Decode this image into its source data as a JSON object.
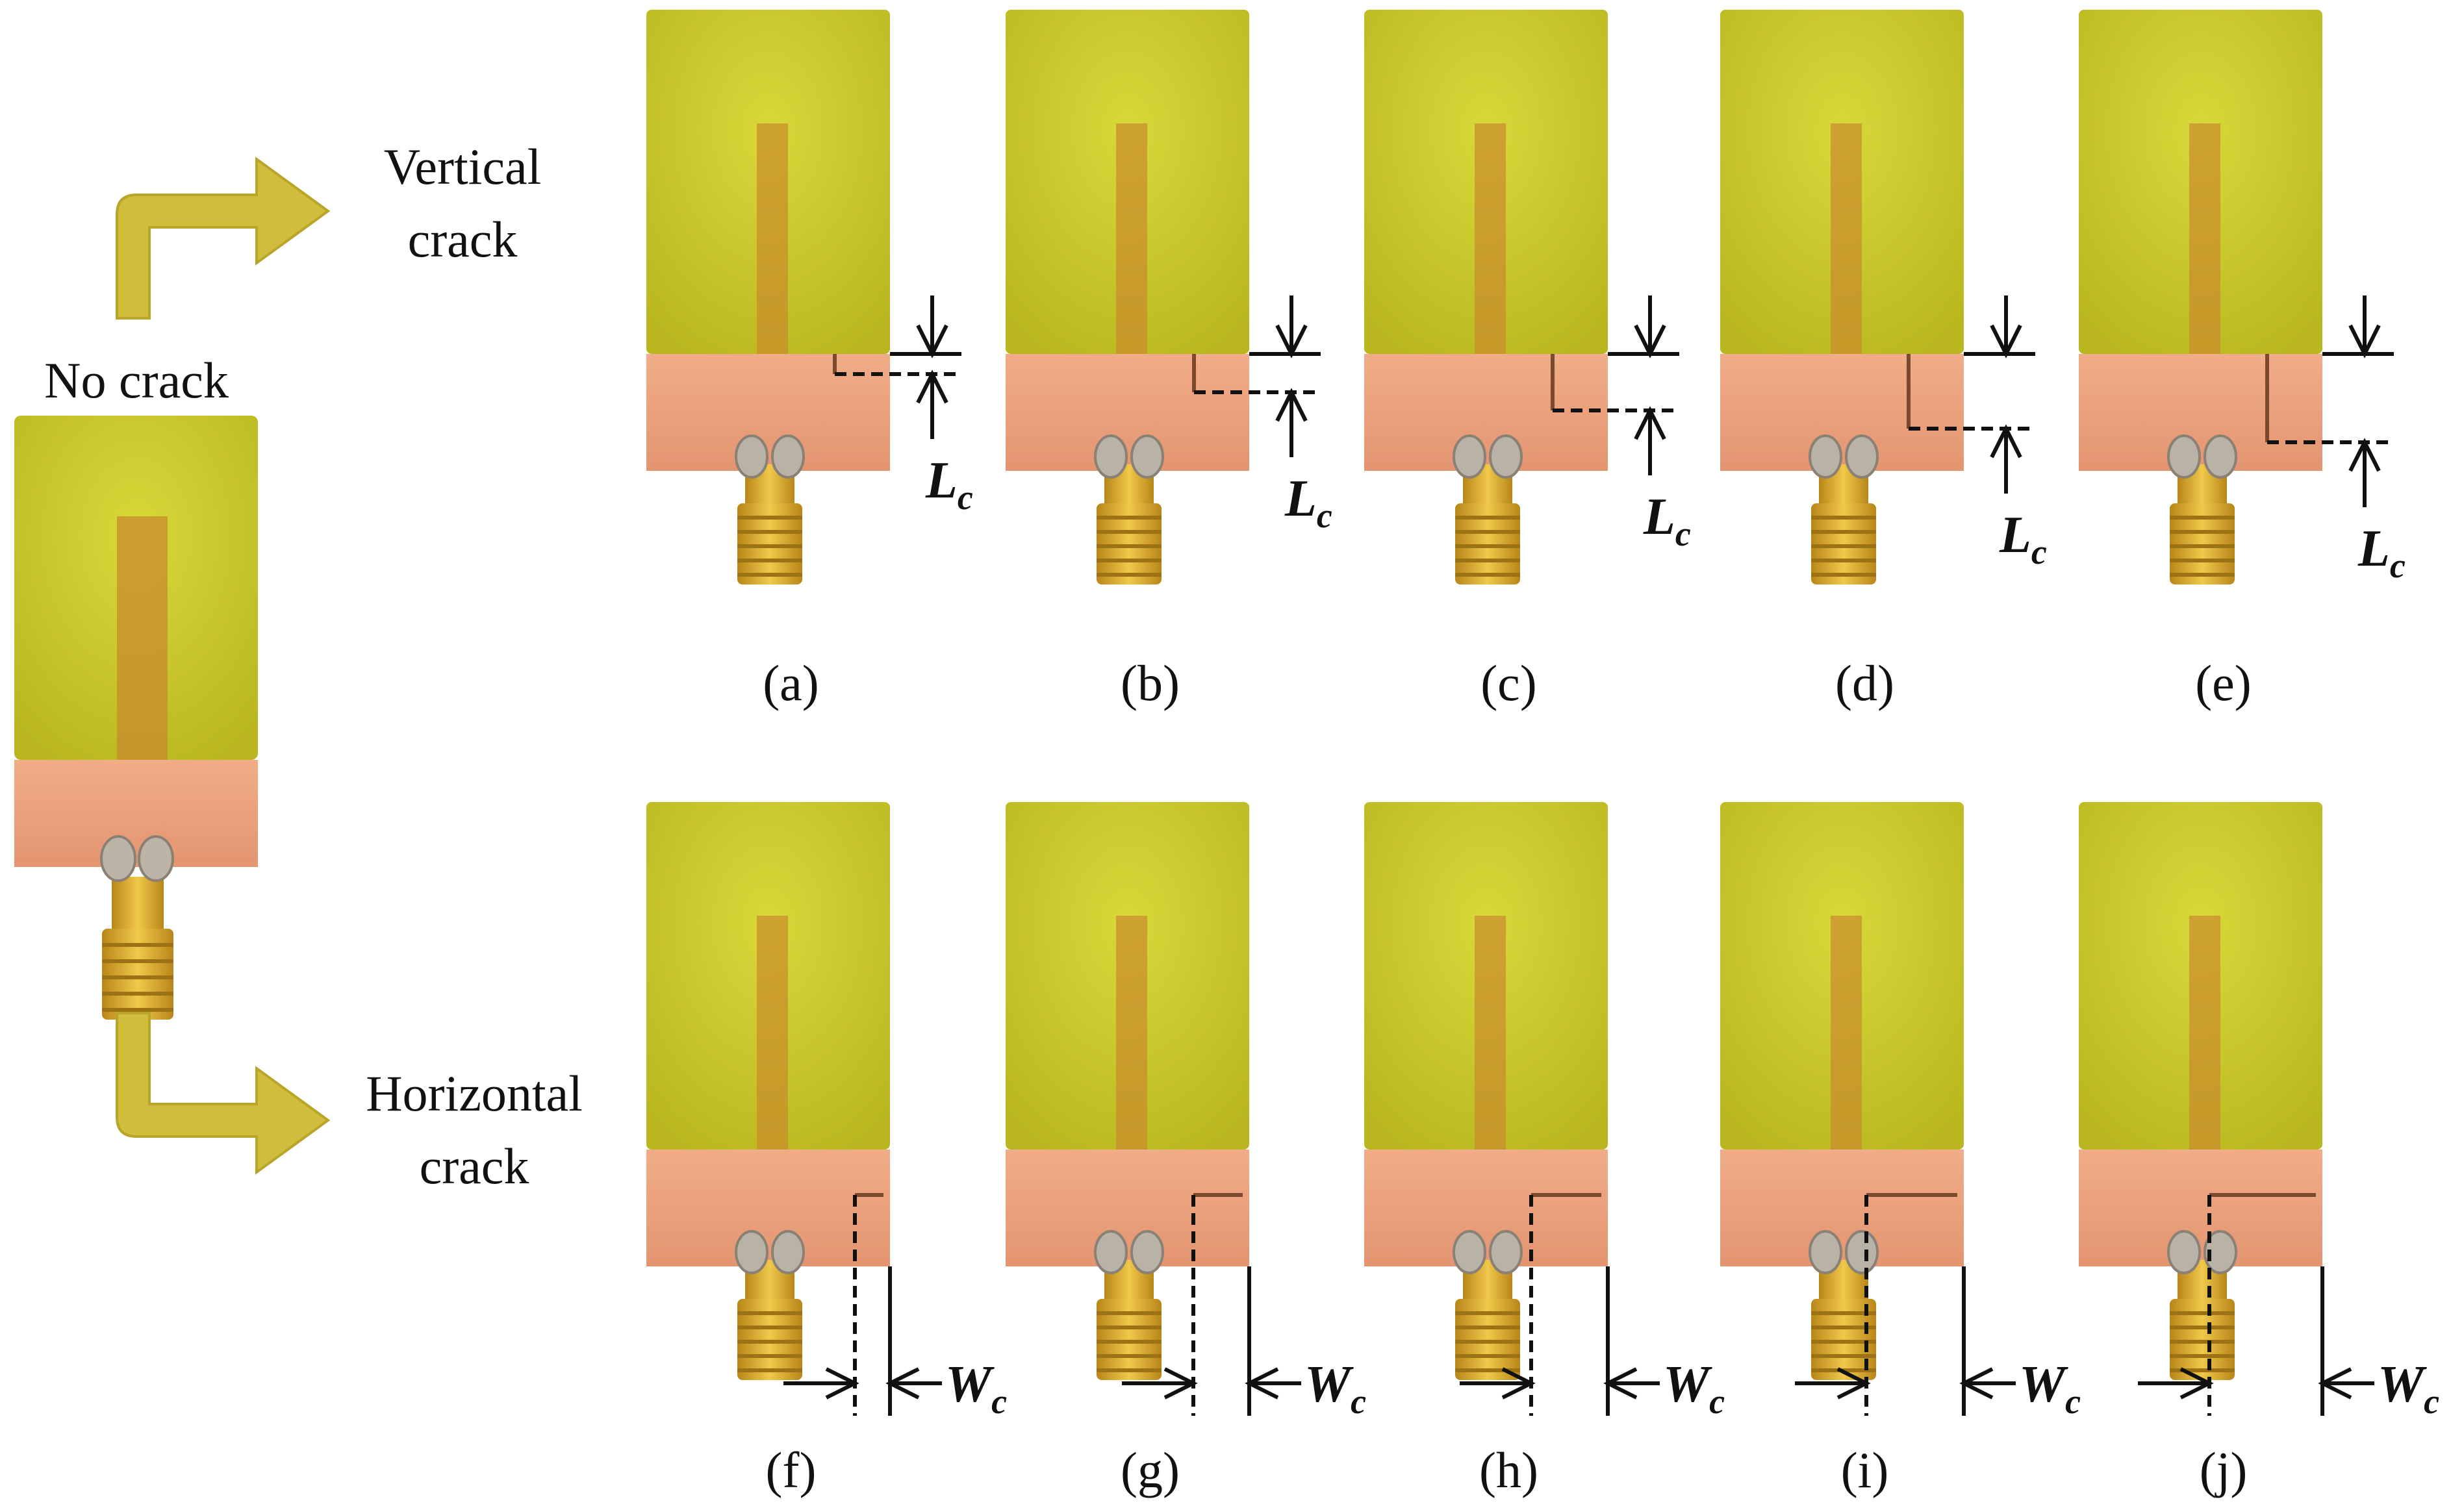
{
  "labels": {
    "no_crack": "No crack",
    "vertical_line1": "Vertical",
    "vertical_line2": "crack",
    "horizontal_line1": "Horizontal",
    "horizontal_line2": "crack",
    "length_symbol": "L",
    "length_subscript": "c",
    "width_symbol": "W",
    "width_subscript": "c"
  },
  "panels": {
    "vertical": [
      {
        "caption": "(a)",
        "crack_level": 0.15
      },
      {
        "caption": "(b)",
        "crack_level": 0.35
      },
      {
        "caption": "(c)",
        "crack_level": 0.55
      },
      {
        "caption": "(d)",
        "crack_level": 0.75
      },
      {
        "caption": "(e)",
        "crack_level": 0.9
      }
    ],
    "horizontal": [
      {
        "caption": "(f)",
        "crack_level": 0.15
      },
      {
        "caption": "(g)",
        "crack_level": 0.35
      },
      {
        "caption": "(h)",
        "crack_level": 0.55
      },
      {
        "caption": "(i)",
        "crack_level": 0.75
      },
      {
        "caption": "(j)",
        "crack_level": 0.9
      }
    ]
  },
  "colors": {
    "substrate": "#cfcf2a",
    "substrate_dark": "#b8b61e",
    "feedline": "#c98a2c",
    "copper": "#eaa17a",
    "copper_dark": "#d9845c",
    "connector": "#d4a52a",
    "solder": "#b9b2a6",
    "arrow": "#d1bd3c",
    "ink": "#111111"
  }
}
